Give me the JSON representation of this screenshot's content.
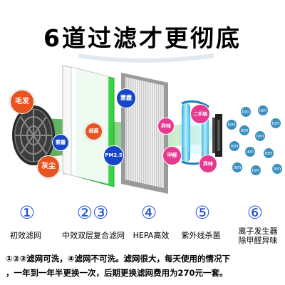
{
  "title": "6道过滤才更彻底",
  "bubbles": {
    "hair": "毛发",
    "dust": "灰尘",
    "haze_left": "雾霾",
    "bacteria": "细菌",
    "pm25": "PM2.5",
    "haze_right": "雾霾",
    "odor": "异味",
    "secondhand_smoke": "二手烟",
    "formaldehyde": "甲醛",
    "odor2": "异味"
  },
  "ion_label": "ion",
  "stages": [
    {
      "number": "①",
      "label": "初效滤网"
    },
    {
      "number": "②③",
      "label": "中效双层复合滤网"
    },
    {
      "number": "④",
      "label": "HEPA高效"
    },
    {
      "number": "⑤",
      "label": "紫外线杀菌"
    },
    {
      "number": "⑥",
      "label": "离子发生器\n除甲醛异味"
    }
  ],
  "notes": {
    "line1": "①②③滤网可洗，④滤网不可洗。滤网很大，每天使用的情况下",
    "line2": "，一年到一年半更换一次，后期更换滤网费用为270元一套。"
  },
  "colors": {
    "accent_blue": "#1f4fd6",
    "red_bubble": "#e8531f",
    "blue_bubble": "#1645c8",
    "pink_bubble": "#e63990",
    "green_filter": "#2fd43a"
  }
}
